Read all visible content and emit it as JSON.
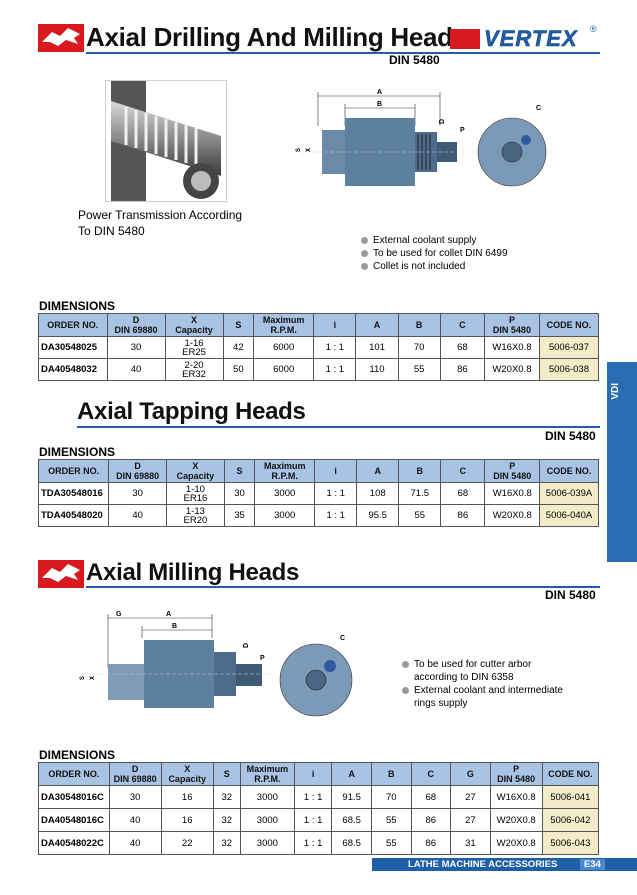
{
  "brand": {
    "name": "VERTEX",
    "reg": "®"
  },
  "sections": {
    "drilling": {
      "title": "Axial Drilling And Milling Heads",
      "din": "DIN 5480",
      "photo_caption_1": "Power Transmission According",
      "photo_caption_2": "To DIN 5480",
      "bullets": [
        "External coolant supply",
        "To be used for collet DIN 6499",
        "Collet is not included"
      ],
      "dims_label": "DIMENSIONS",
      "headers": [
        [
          "ORDER NO."
        ],
        [
          "D",
          "DIN 69880"
        ],
        [
          "X",
          "Capacity"
        ],
        [
          "S"
        ],
        [
          "Maximum",
          "R.P.M."
        ],
        [
          "i"
        ],
        [
          "A"
        ],
        [
          "B"
        ],
        [
          "C"
        ],
        [
          "P",
          "DIN 5480"
        ],
        [
          "CODE NO."
        ]
      ],
      "rows": [
        [
          "DA30548025",
          "30",
          [
            "1-16",
            "ER25"
          ],
          "42",
          "6000",
          "1 : 1",
          "101",
          "70",
          "68",
          "W16X0.8",
          "5006-037"
        ],
        [
          "DA40548032",
          "40",
          [
            "2-20",
            "ER32"
          ],
          "50",
          "6000",
          "1 : 1",
          "110",
          "55",
          "86",
          "W20X0.8",
          "5006-038"
        ]
      ]
    },
    "tapping": {
      "title": "Axial Tapping Heads",
      "din": "DIN 5480",
      "dims_label": "DIMENSIONS",
      "headers": [
        [
          "ORDER NO."
        ],
        [
          "D",
          "DIN 69880"
        ],
        [
          "X",
          "Capacity"
        ],
        [
          "S"
        ],
        [
          "Maximum",
          "R.P.M."
        ],
        [
          "i"
        ],
        [
          "A"
        ],
        [
          "B"
        ],
        [
          "C"
        ],
        [
          "P",
          "DIN 5480"
        ],
        [
          "CODE NO."
        ]
      ],
      "rows": [
        [
          "TDA30548016",
          "30",
          [
            "1-10",
            "ER16"
          ],
          "30",
          "3000",
          "1 : 1",
          "108",
          "71.5",
          "68",
          "W16X0.8",
          "5006-039A"
        ],
        [
          "TDA40548020",
          "40",
          [
            "1-13",
            "ER20"
          ],
          "35",
          "3000",
          "1 : 1",
          "95.5",
          "55",
          "86",
          "W20X0.8",
          "5006-040A"
        ]
      ]
    },
    "milling": {
      "title": "Axial Milling Heads",
      "din": "DIN 5480",
      "bullets": [
        "To be used for cutter arbor",
        "according to DIN 6358",
        "External coolant and intermediate",
        "rings supply"
      ],
      "dims_label": "DIMENSIONS",
      "headers": [
        [
          "ORDER NO."
        ],
        [
          "D",
          "DIN 69880"
        ],
        [
          "X",
          "Capacity"
        ],
        [
          "S"
        ],
        [
          "Maximum",
          "R.P.M."
        ],
        [
          "i"
        ],
        [
          "A"
        ],
        [
          "B"
        ],
        [
          "C"
        ],
        [
          "G"
        ],
        [
          "P",
          "DIN 5480"
        ],
        [
          "CODE NO."
        ]
      ],
      "rows": [
        [
          "DA30548016C",
          "30",
          "16",
          "32",
          "3000",
          "1 : 1",
          "91.5",
          "70",
          "68",
          "27",
          "W16X0.8",
          "5006-041"
        ],
        [
          "DA40548016C",
          "40",
          "16",
          "32",
          "3000",
          "1 : 1",
          "68.5",
          "55",
          "86",
          "27",
          "W20X0.8",
          "5006-042"
        ],
        [
          "DA40548022C",
          "40",
          "22",
          "32",
          "3000",
          "1 : 1",
          "68.5",
          "55",
          "86",
          "31",
          "W20X0.8",
          "5006-043"
        ]
      ]
    }
  },
  "diagram_labels": {
    "top": {
      "a": "A",
      "b": "B",
      "c": "C",
      "d": "D",
      "p": "P",
      "s": "S",
      "x": "X"
    },
    "bottom": {
      "a": "A",
      "b": "B",
      "c": "C",
      "d": "D",
      "p": "P",
      "s": "S",
      "x": "X",
      "g": "G"
    }
  },
  "side_tab": "VDI",
  "footer": {
    "text": "LATHE MACHINE ACCESSORIES",
    "page": "E34"
  },
  "colors": {
    "accent": "#1e5fa8",
    "header_fill": "#a9c3e4",
    "code_fill": "#f4ecc8",
    "logo_red": "#d71920"
  }
}
